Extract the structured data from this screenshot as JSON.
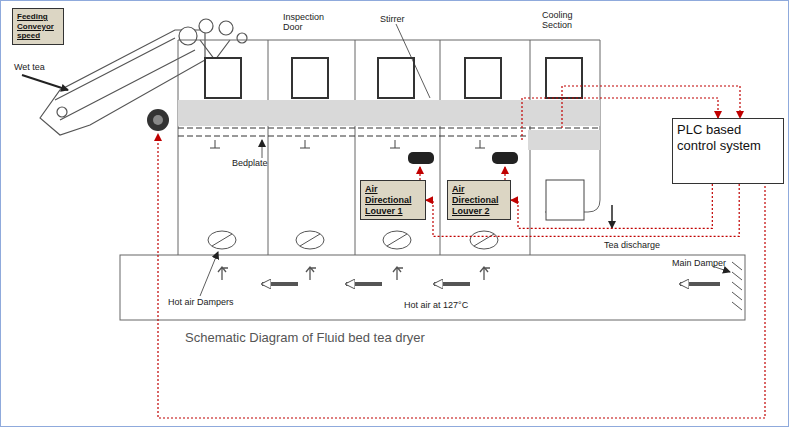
{
  "diagram": {
    "caption": "Schematic Diagram of Fluid bed tea dryer",
    "nodes": [
      {
        "text": [
          "Feeding Conveyor speed"
        ]
      },
      {
        "text": [
          "PLC based control system"
        ]
      },
      {
        "text": [
          "Air Directional Louver 1"
        ]
      },
      {
        "text": [
          "Air Directional Louver 2"
        ]
      }
    ],
    "edges": [
      {
        "from": 1,
        "to": 2,
        "arrow": "to"
      },
      {
        "from": 1,
        "to": 3,
        "arrow": "to"
      }
    ],
    "labels": [
      "Wet tea",
      "Inspection Door",
      "Stirrer",
      "Cooling Section",
      "Bedplate",
      "Tea discharge",
      "Main Damper",
      "Hot air Dampers",
      "Hot air at 127°C"
    ]
  }
}
